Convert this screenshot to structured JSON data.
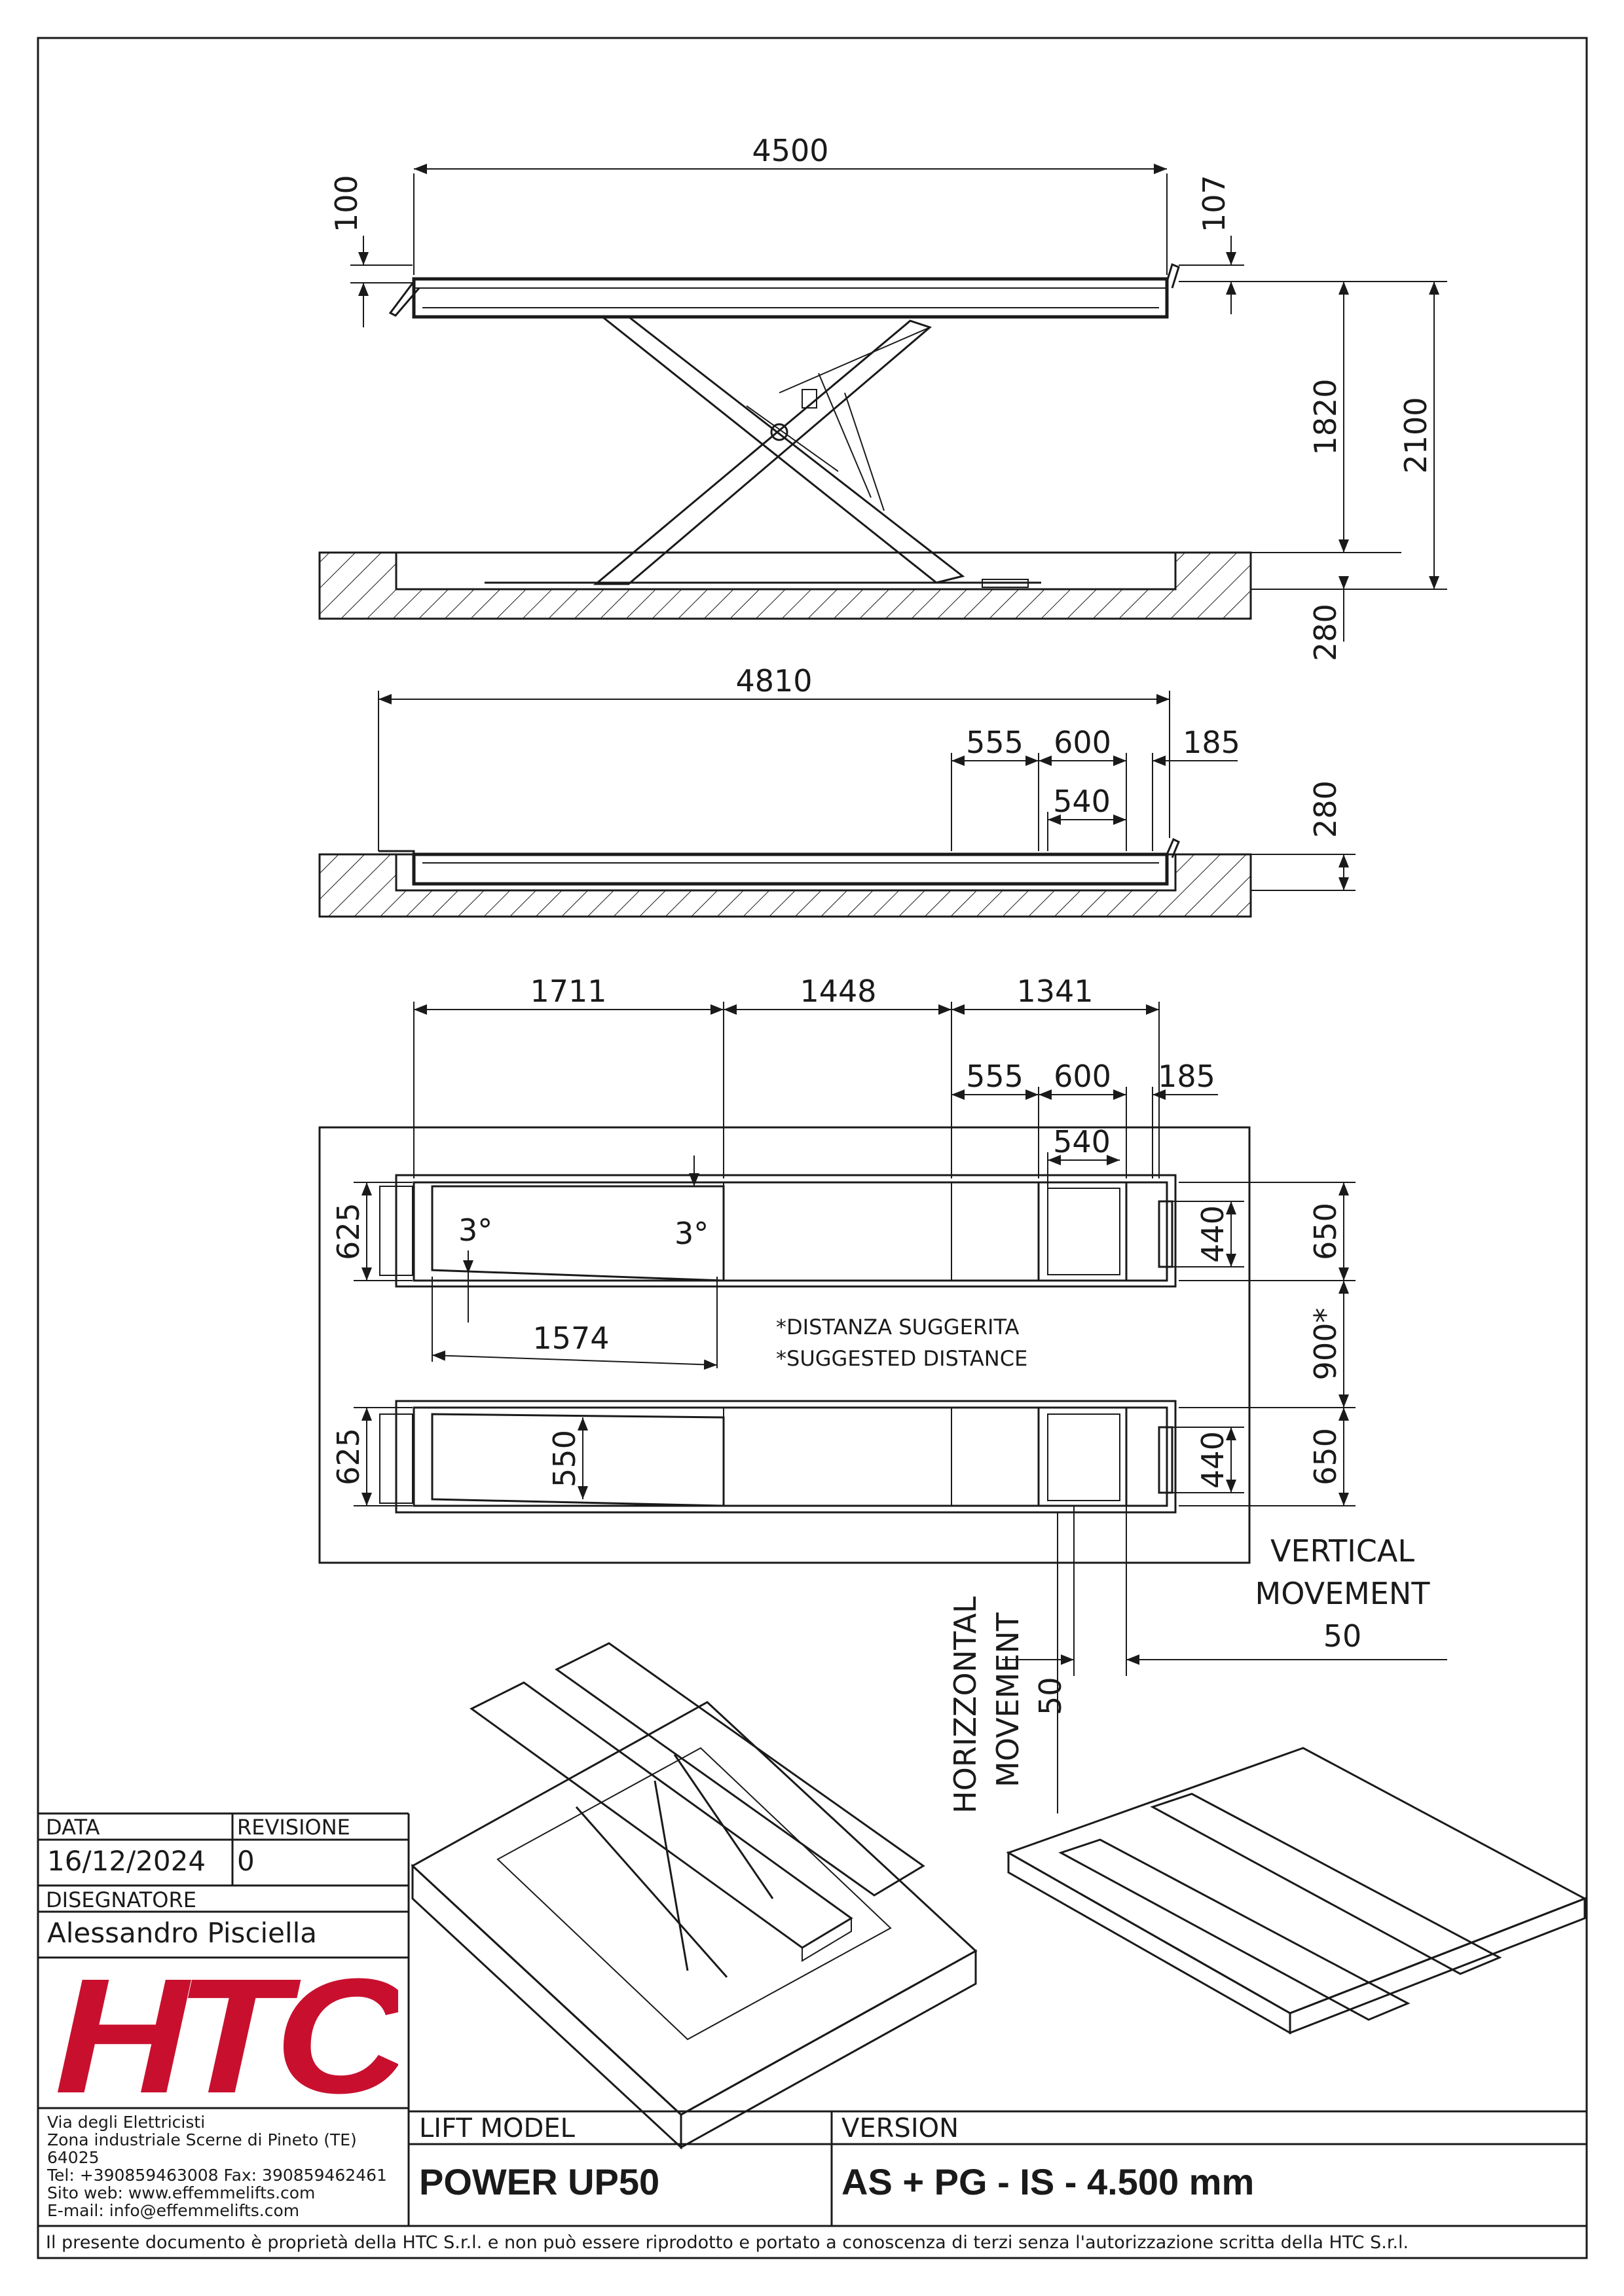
{
  "dimensions": {
    "side_view": {
      "length": "4500",
      "top_left": "100",
      "top_right": "107",
      "lift_height": "1820",
      "total_height": "2100",
      "pit_depth": "280"
    },
    "section_view": {
      "total_length": "4810",
      "d555": "555",
      "d600": "600",
      "d185": "185",
      "d540": "540",
      "pit_depth": "280"
    },
    "plan_view": {
      "d1711": "1711",
      "d1448": "1448",
      "d1341": "1341",
      "d555": "555",
      "d600": "600",
      "d185": "185",
      "d540": "540",
      "width_left_top": "625",
      "width_left_bottom": "625",
      "angle_left": "3°",
      "angle_right": "3°",
      "d1574": "1574",
      "d550": "550",
      "d440_top": "440",
      "d440_bottom": "440",
      "d650_top": "650",
      "d650_bottom": "650",
      "d900": "900*"
    }
  },
  "notes": {
    "suggested_it": "*DISTANZA SUGGERITA",
    "suggested_en": "*SUGGESTED DISTANCE",
    "vertical_l1": "VERTICAL",
    "vertical_l2": "MOVEMENT",
    "vertical_val": "50",
    "horizontal_l1": "HORIZZONTAL",
    "horizontal_l2": "MOVEMENT",
    "horizontal_val": "50"
  },
  "title_block": {
    "date_label": "DATA",
    "date": "16/12/2024",
    "revision_label": "REVISIONE",
    "revision": "0",
    "designer_label": "DISEGNATORE",
    "designer": "Alessandro Pisciella",
    "logo_text": "HTC",
    "address_lines": [
      "Via degli Elettricisti",
      "Zona industriale Scerne di Pineto (TE)",
      "64025",
      "Tel: +390859463008 Fax: 390859462461",
      "Sito web: www.effemmelifts.com",
      "E-mail: info@effemmelifts.com"
    ],
    "model_label": "LIFT MODEL",
    "model": "POWER UP50",
    "version_label": "VERSION",
    "version": "AS + PG - IS - 4.500 mm",
    "footer": "Il presente documento è proprietà della HTC S.r.l. e non può essere riprodotto e portato a conoscenza di terzi senza l'autorizzazione scritta della HTC S.r.l."
  },
  "colors": {
    "line": "#1a1a1a",
    "logo_red": "#c8102e"
  }
}
